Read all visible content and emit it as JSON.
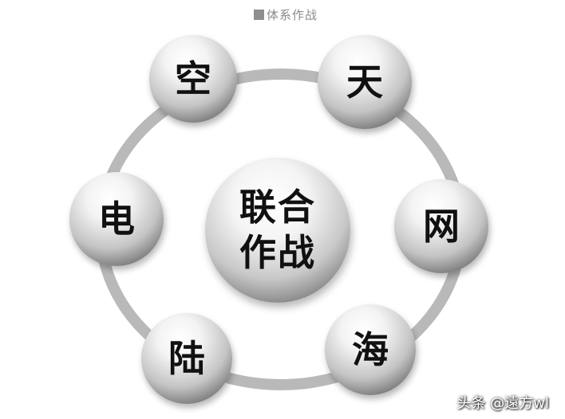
{
  "legend": {
    "label": "体系作战"
  },
  "center": {
    "line1": "联合",
    "line2": "作战"
  },
  "nodes": [
    {
      "label": "空"
    },
    {
      "label": "天"
    },
    {
      "label": "网"
    },
    {
      "label": "海"
    },
    {
      "label": "陆"
    },
    {
      "label": "电"
    }
  ],
  "watermark": {
    "text": "头条 @遠方wl"
  },
  "colors": {
    "ring": "#b9b9b9",
    "text": "#111111",
    "legend": "#8e8e8e"
  }
}
